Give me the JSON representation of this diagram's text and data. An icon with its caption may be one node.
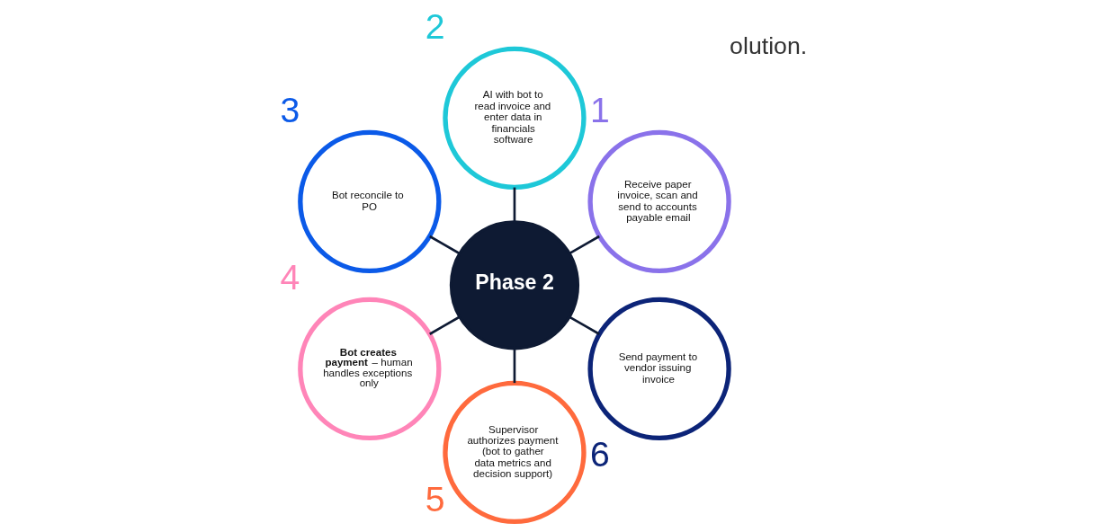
{
  "diagram": {
    "nodes": [
      {
        "text": [
          "Phase 2"
        ]
      },
      {
        "text": [
          "Receive paper invoice, scan and send to accounts payable email"
        ],
        "beside": [
          "1"
        ]
      },
      {
        "text": [
          "AI with bot to read invoice and enter data in financials software"
        ],
        "beside": [
          "2"
        ]
      },
      {
        "text": [
          "Bot reconcile to PO"
        ],
        "beside": [
          "3"
        ]
      },
      {
        "text": [
          "**Bot creates payment** – human handles exceptions only"
        ],
        "beside": [
          "4"
        ]
      },
      {
        "text": [
          "Supervisor authorizes payment (bot to gather data metrics and decision support)"
        ],
        "beside": [
          "5"
        ]
      },
      {
        "text": [
          "Send payment to vendor issuing invoice"
        ],
        "beside": [
          "6"
        ]
      }
    ],
    "edges": [
      {
        "from": 0,
        "to": 1,
        "arrow": "none"
      },
      {
        "from": 0,
        "to": 2,
        "arrow": "none"
      },
      {
        "from": 0,
        "to": 3,
        "arrow": "none"
      },
      {
        "from": 0,
        "to": 4,
        "arrow": "none"
      },
      {
        "from": 0,
        "to": 5,
        "arrow": "none"
      },
      {
        "from": 0,
        "to": 6,
        "arrow": "none"
      }
    ],
    "labels": [
      "olution."
    ]
  }
}
